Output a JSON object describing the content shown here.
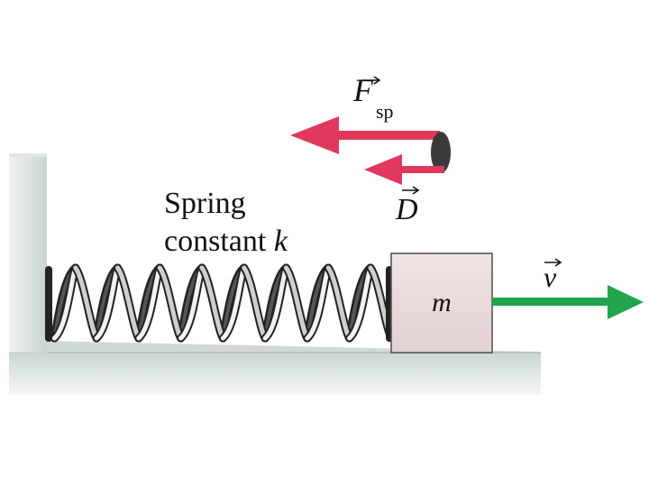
{
  "labels": {
    "spring_line1": "Spring",
    "spring_line2": "constant ",
    "spring_k": "k",
    "mass": "m",
    "force_symbol": "F",
    "force_subscript": "sp",
    "displacement_symbol": "D",
    "velocity_symbol": "v"
  },
  "colors": {
    "force_arrow": "#e0385c",
    "displacement_arrow": "#e0385c",
    "velocity_arrow": "#22a34d",
    "block_fill": "#eadcdc",
    "wall_fill": "#d4dedd",
    "floor_fill": "#e2eae9"
  },
  "spring": {
    "coils": 8
  }
}
